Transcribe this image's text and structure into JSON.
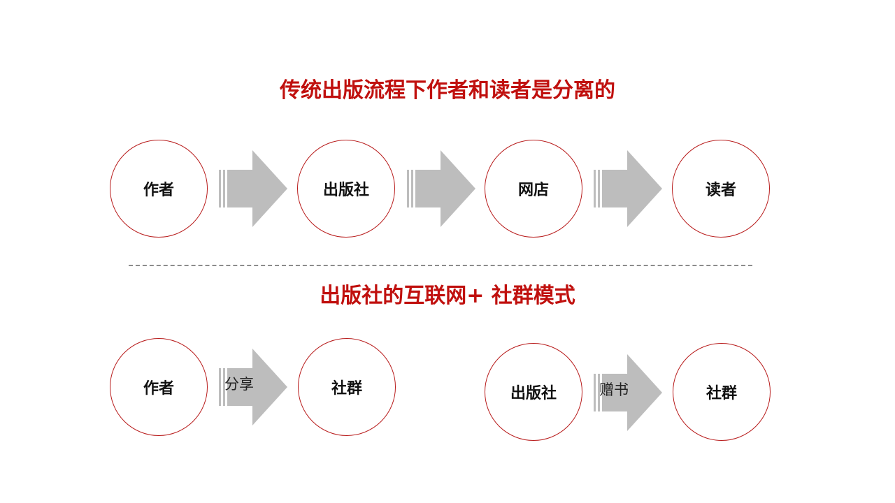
{
  "colors": {
    "title": "#c0100e",
    "circle_border": "#b81c1c",
    "arrow": "#bdbdbd",
    "divider": "#8c8c8c"
  },
  "section1": {
    "title": "传统出版流程下作者和读者是分离的",
    "nodes": [
      "作者",
      "出版社",
      "网店",
      "读者"
    ]
  },
  "section2": {
    "title": "出版社的互联网+ 社群模式",
    "flow_a": {
      "from": "作者",
      "arrow_label": "分享",
      "to": "社群"
    },
    "flow_b": {
      "from": "出版社",
      "arrow_label": "赠书",
      "to": "社群"
    }
  }
}
